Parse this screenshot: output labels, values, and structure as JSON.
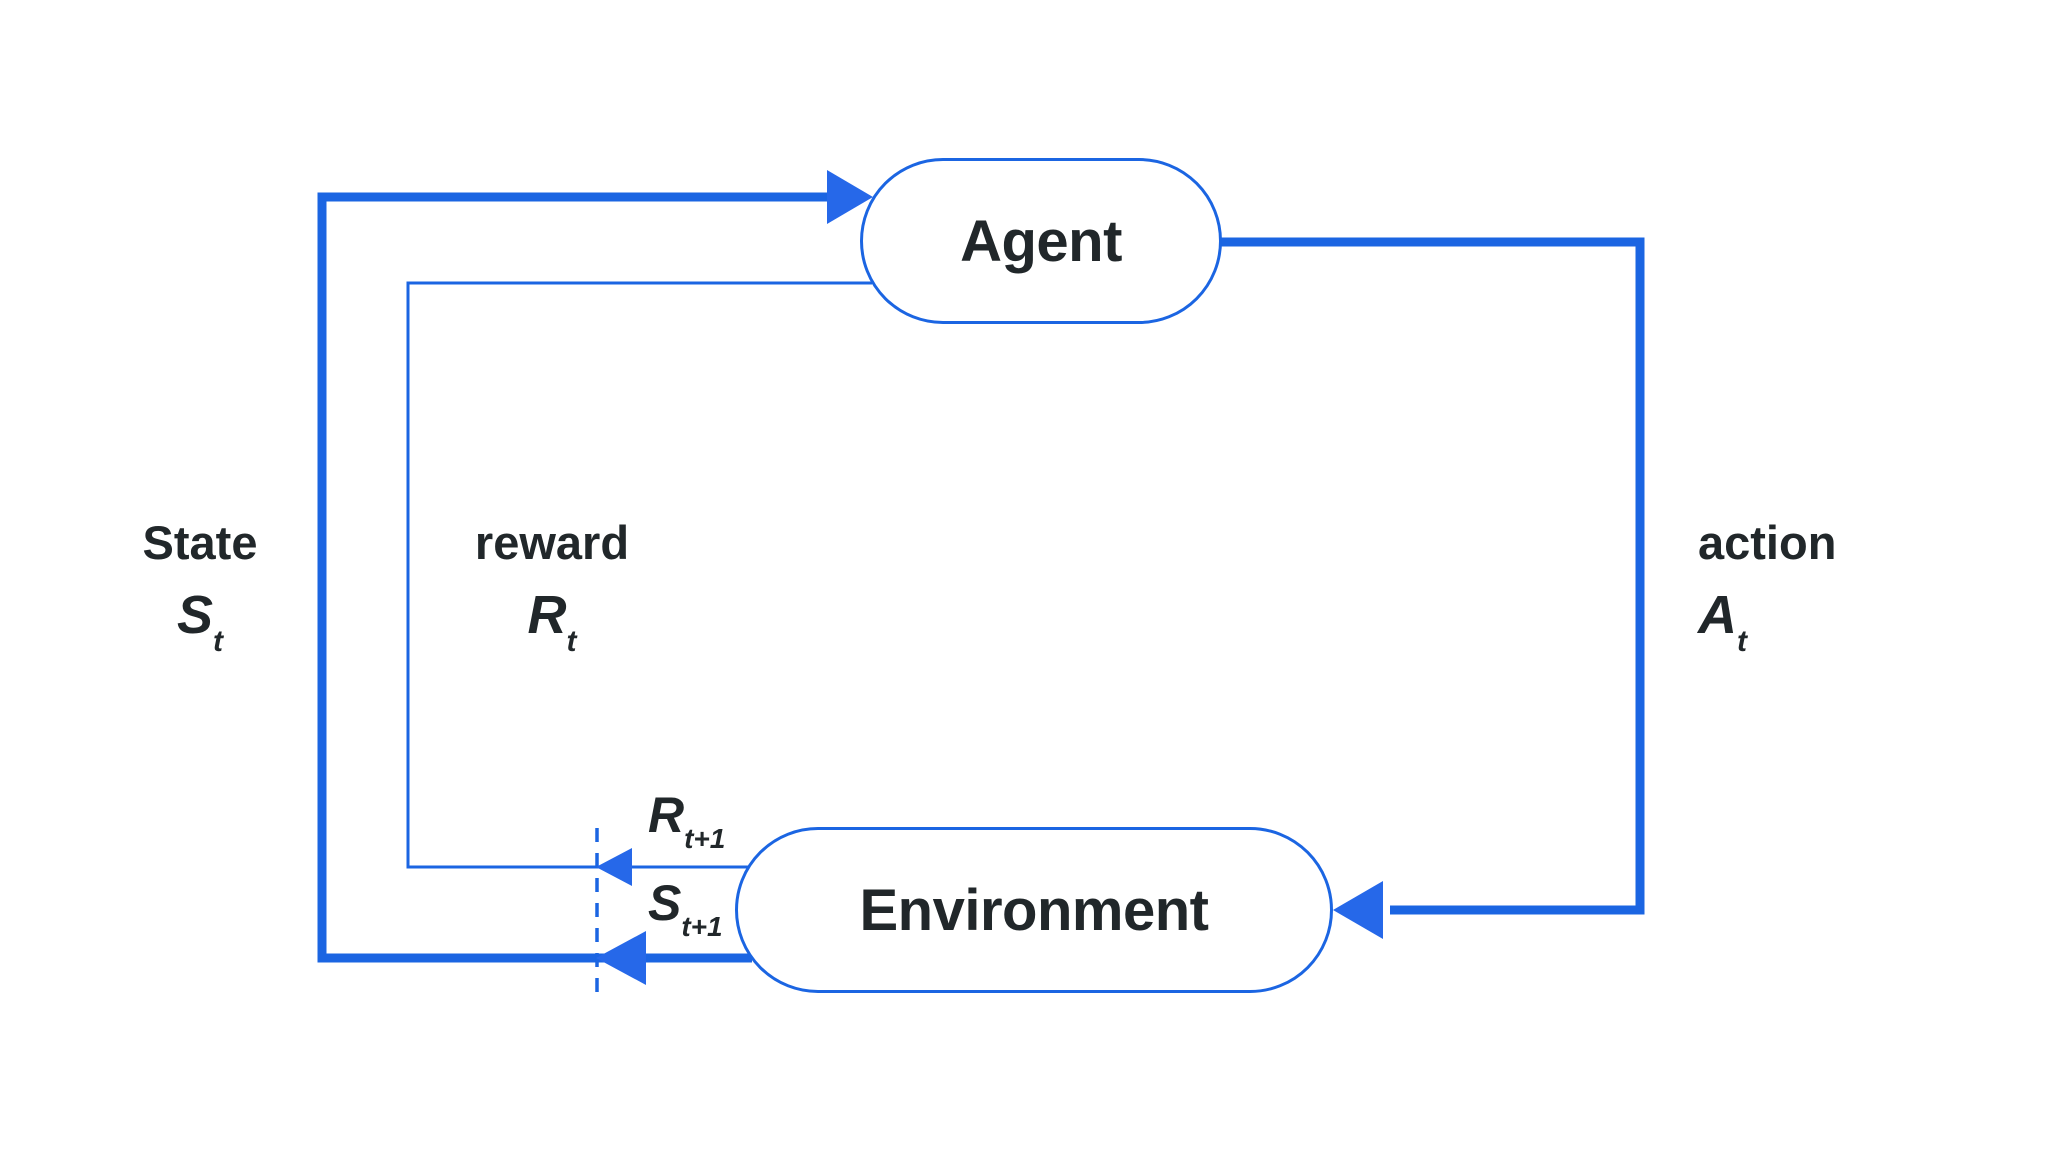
{
  "diagram": {
    "nodes": {
      "agent": {
        "label": "Agent"
      },
      "environment": {
        "label": "Environment"
      }
    },
    "edges": {
      "state": {
        "word": "State",
        "symbol": "S",
        "subscript": "t"
      },
      "reward": {
        "word": "reward",
        "symbol": "R",
        "subscript": "t"
      },
      "action": {
        "word": "action",
        "symbol": "A",
        "subscript": "t"
      },
      "next_reward": {
        "symbol": "R",
        "subscript": "t+1"
      },
      "next_state": {
        "symbol": "S",
        "subscript": "t+1"
      }
    },
    "colors": {
      "line": "#1b65e2",
      "arrowhead": "#2668e9",
      "node_border": "#1b65e2",
      "text": "#21272a",
      "background": "#ffffff"
    }
  }
}
